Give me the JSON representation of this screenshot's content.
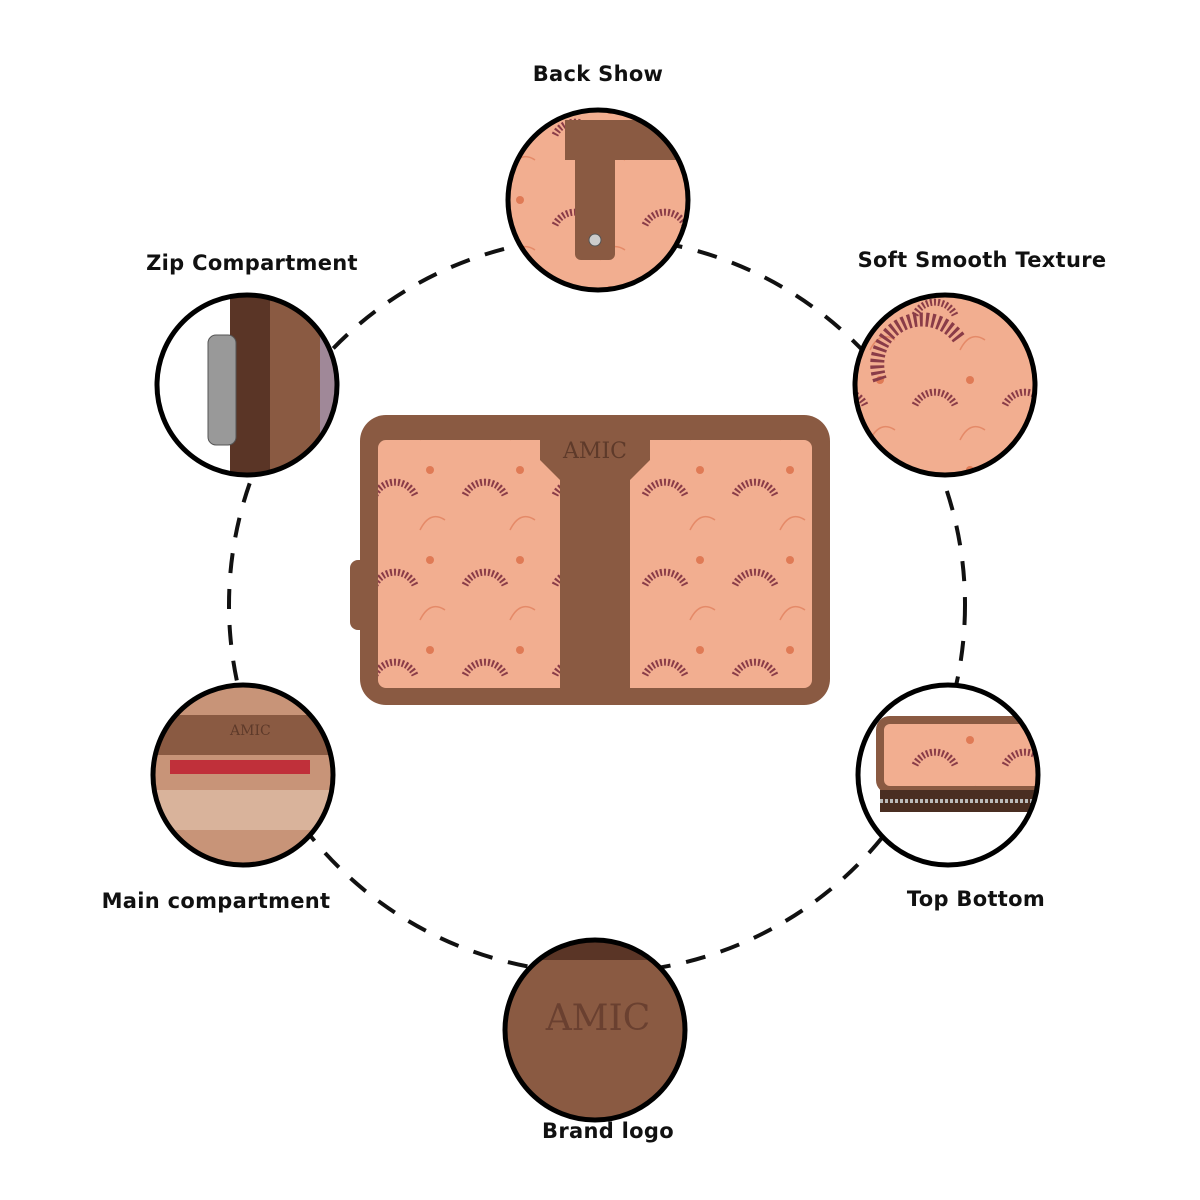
{
  "features": [
    {
      "id": "back-show",
      "label": "Back Show"
    },
    {
      "id": "zip-compartment",
      "label": "Zip Compartment"
    },
    {
      "id": "soft-smooth-texture",
      "label": "Soft Smooth Texture"
    },
    {
      "id": "main-compartment",
      "label": "Main compartment"
    },
    {
      "id": "top-bottom",
      "label": "Top Bottom"
    },
    {
      "id": "brand-logo",
      "label": "Brand logo"
    }
  ],
  "brand": "AMIC",
  "colors": {
    "leather": "#8a5a42",
    "fabric": "#f0a98a",
    "motif": "#8a3c48",
    "outline": "#000000"
  }
}
